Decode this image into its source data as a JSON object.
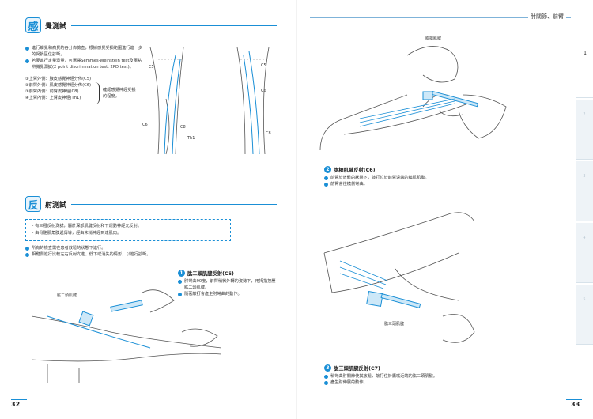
{
  "header": {
    "right_label": "肘關節、前臂"
  },
  "sensory": {
    "badge": "感",
    "title": "覺測試",
    "bullets": [
      "進行觸覺和痛覺的各分佈檢查，根據感覺受損範圍進行進一步的受損區位診斷。",
      "若要進行定量測量，可選擇Semmes-Weinstein test及兩點辨識覺測試(2 point discrimination test; 2PD test)。"
    ],
    "nerves": [
      "①上臂外側：腋皮感覺神經分佈(C5)",
      "②前臂外側：肌皮感覺神經分佈(C6)",
      "③前臂內側：前臂皮神經(C8)",
      "④上臂內側：上臂皮神經(Th1)"
    ],
    "brace_note": "確認感覺神經受損的程度。",
    "arm_labels": [
      "C5",
      "C6",
      "C8",
      "Th1",
      "C5",
      "C6",
      "C8"
    ]
  },
  "reflex": {
    "badge": "反",
    "title": "射測試",
    "box": [
      "有三種反射測試，屬於深部肌腱反射和下運動神經元反射。",
      "由骨骼肌角膜遞傳導，經由末梢神經到達肌肉。"
    ],
    "bullets": [
      "所有的檢查需在患者放鬆的狀態下進行。",
      "相鍵側進行比較左右反射亢進、低下或消失的情形，以進行診斷。"
    ]
  },
  "biceps": {
    "num": "1",
    "title": "肱二頭肌腱反射(C5)",
    "lines": [
      "肘彎曲90度，前臂稍微外轉的姿勢下，用拇指按壓肱二頭肌腱。",
      "隨著敲打會產生肘彎曲的動作。"
    ],
    "label": "肱二頭肌腱"
  },
  "brachioradialis": {
    "num": "2",
    "title": "肱橈肌腱反射(C6)",
    "lines": [
      "前臂於放鬆的狀態下，敲打位於前臂遠端的橈肌肌腱。",
      "前臂會往橈側彎曲。"
    ],
    "label": "肱橈肌腱"
  },
  "triceps": {
    "num": "3",
    "title": "肱三頭肌腱反射(C7)",
    "lines": [
      "稍彎曲肘關節使其放鬆，敲打位於鷹嘴近端的肱三頭肌腱。",
      "產生肘伸展的動作。"
    ],
    "label": "肱三頭肌腱"
  },
  "tabs": [
    {
      "num": "1",
      "title": "上肢",
      "active": true
    },
    {
      "num": "2",
      "title": "下肢",
      "active": false
    },
    {
      "num": "3",
      "title": "脊椎",
      "active": false
    },
    {
      "num": "4",
      "title": "代謝性疾患",
      "active": false
    },
    {
      "num": "5",
      "title": "腫瘤與其他疾患",
      "active": false
    }
  ],
  "page_left": "32",
  "page_right": "33",
  "colors": {
    "accent": "#1a8fd6",
    "skin_line": "#666666",
    "nerve": "#1a8fd6"
  }
}
